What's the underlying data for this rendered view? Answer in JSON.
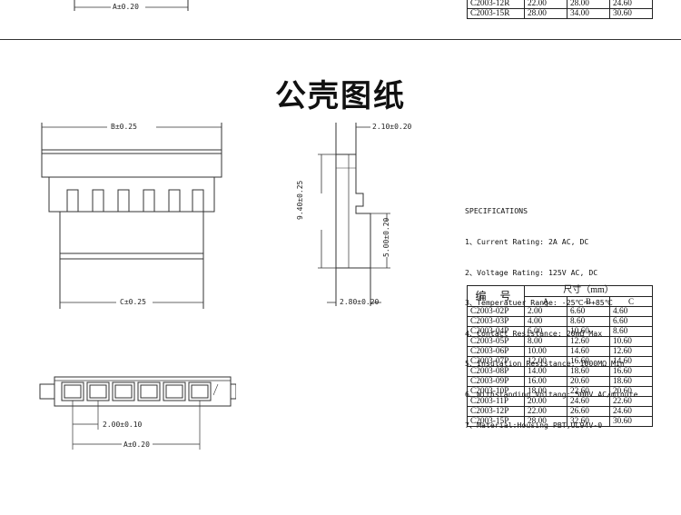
{
  "top_section": {
    "dim_label": "A±0.20",
    "rows": [
      [
        "C2003-12R",
        "22.00",
        "28.00",
        "24.60"
      ],
      [
        "C2003-15R",
        "28.00",
        "34.00",
        "30.60"
      ]
    ]
  },
  "title": "公壳图纸",
  "front_view": {
    "dim_top": "B±0.25",
    "dim_bottom": "C±0.25"
  },
  "side_view": {
    "dim_top": "2.10±0.20",
    "dim_height": "9.40±0.25",
    "dim_inner": "5.00±0.20",
    "dim_bottom": "2.80±0.20"
  },
  "bottom_view": {
    "dim_pitch": "2.00±0.10",
    "dim_a": "A±0.20"
  },
  "specifications": {
    "heading": "SPECIFICATIONS",
    "items": [
      "1、Current Rating: 2A AC, DC",
      "2、Voltage Rating: 125V AC, DC",
      "3、Temperatuer Range: -25℃～+85℃",
      "4、Contact Resistance: 20mΩ Max",
      "5、Insulation Resistance: 1000MΩ Min",
      "6、Withstanding Voltang: 500V AC/minute",
      "7、Material:Housing PBT,UL94V-0"
    ]
  },
  "size_table": {
    "header_part": "编  号",
    "header_size": "尺寸（mm）",
    "col_a": "A",
    "col_b": "B",
    "col_c": "C",
    "rows": [
      [
        "C2003-02P",
        "2.00",
        "6.60",
        "4.60"
      ],
      [
        "C2003-03P",
        "4.00",
        "8.60",
        "6.60"
      ],
      [
        "C2003-04P",
        "6.00",
        "10.60",
        "8.60"
      ],
      [
        "C2003-05P",
        "8.00",
        "12.60",
        "10.60"
      ],
      [
        "C2003-06P",
        "10.00",
        "14.60",
        "12.60"
      ],
      [
        "C2003-07P",
        "12.00",
        "16.60",
        "14.60"
      ],
      [
        "C2003-08P",
        "14.00",
        "18.60",
        "16.60"
      ],
      [
        "C2003-09P",
        "16.00",
        "20.60",
        "18.60"
      ],
      [
        "C2003-10P",
        "18.00",
        "22.60",
        "20.60"
      ],
      [
        "C2003-11P",
        "20.00",
        "24.60",
        "22.60"
      ],
      [
        "C2003-12P",
        "22.00",
        "26.60",
        "24.60"
      ],
      [
        "C2003-15P",
        "28.00",
        "32.60",
        "30.60"
      ]
    ]
  }
}
